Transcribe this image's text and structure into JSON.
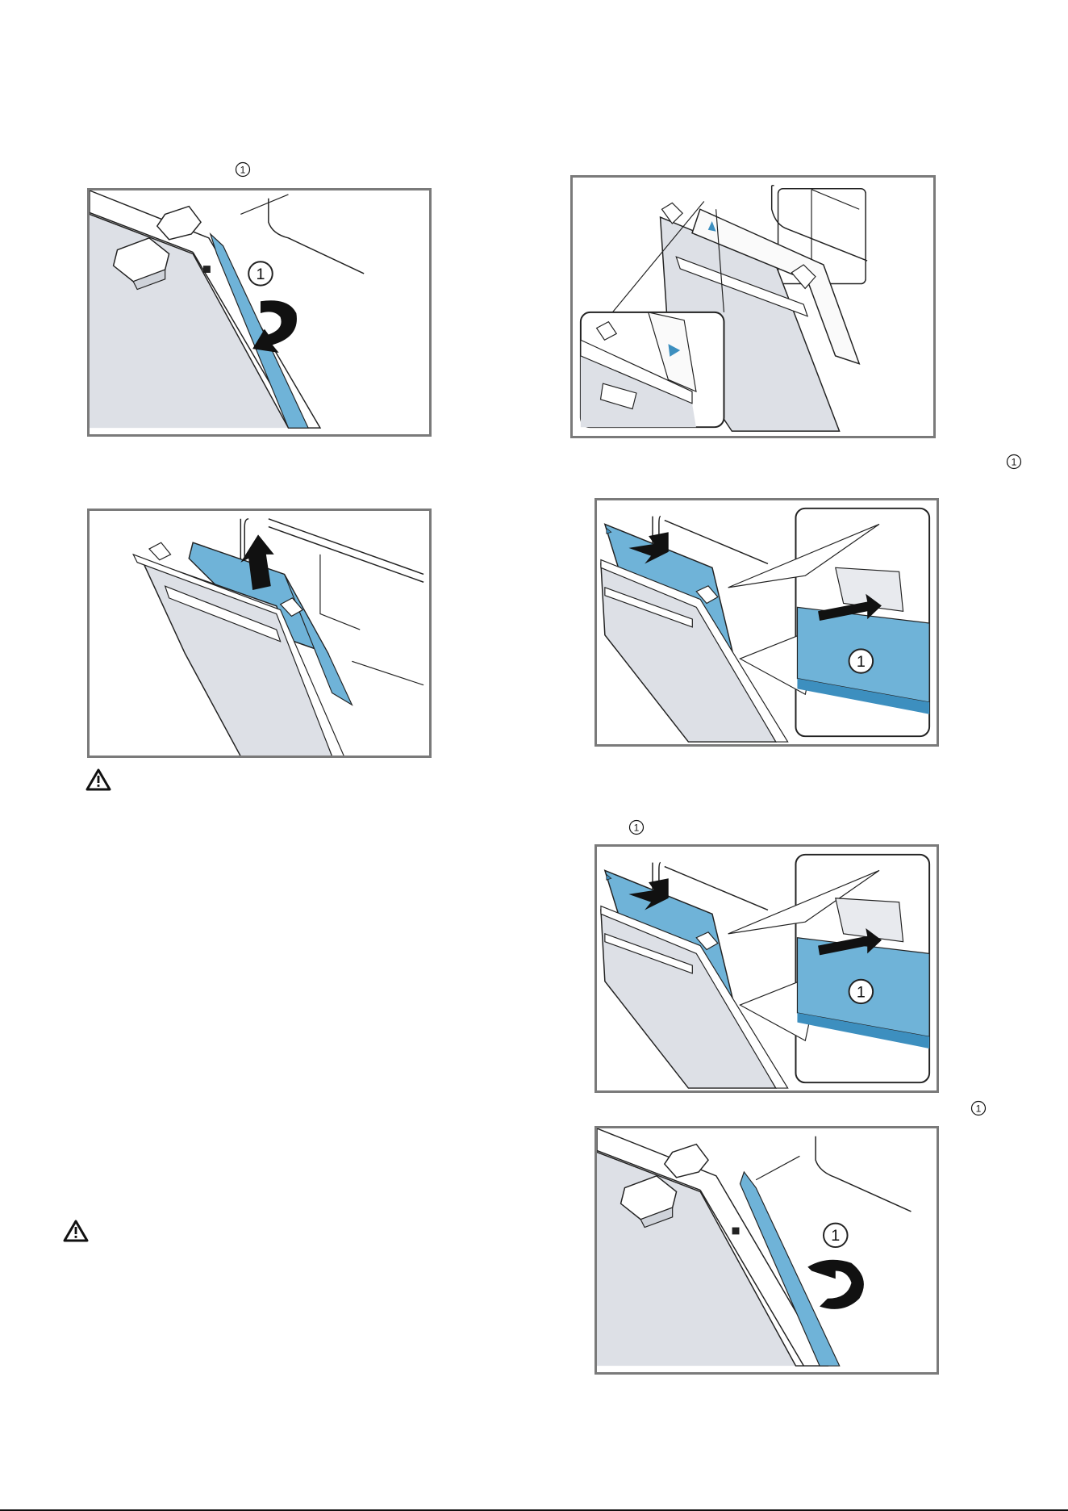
{
  "marker": "1",
  "figures": [
    {
      "id": "fig-a",
      "callout": "1"
    },
    {
      "id": "fig-b"
    },
    {
      "id": "fig-c"
    },
    {
      "id": "fig-d",
      "callout": "1"
    },
    {
      "id": "fig-e",
      "callout": "1"
    },
    {
      "id": "fig-f",
      "callout": "1"
    }
  ],
  "colors": {
    "panel_blue": "#6fb3d8",
    "door_gray": "#dde0e6",
    "frame": "#7a7a7a"
  },
  "icons": [
    "warning-triangle-icon",
    "warning-triangle-icon"
  ]
}
